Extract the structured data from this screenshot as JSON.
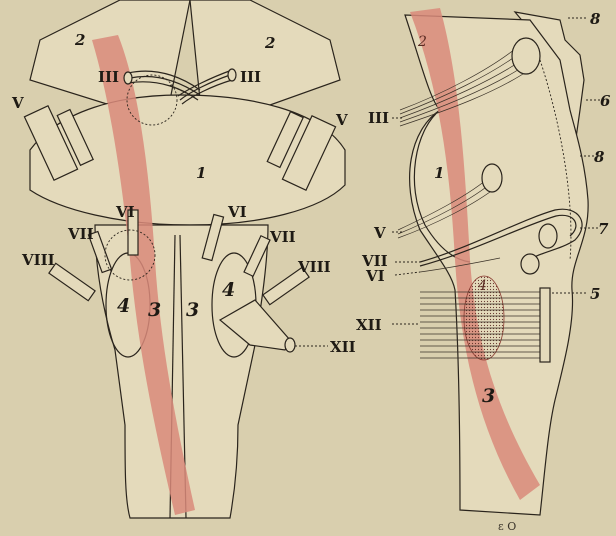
{
  "left_figure": {
    "labels": {
      "n2_left": "2",
      "n2_right": "2",
      "III_left": "III",
      "III_right": "III",
      "V_left": "V",
      "V_right": "V",
      "n1": "1",
      "VI_left": "VI",
      "VI_right": "VI",
      "VII_left": "VII",
      "VII_right": "VII",
      "VIII_left": "VIII",
      "VIII_right": "VIII",
      "n4_left": "4",
      "n3_left": "3",
      "n3_right": "3",
      "n4_right": "4",
      "XII": "XII"
    }
  },
  "right_figure": {
    "labels": {
      "n2": "2",
      "n1": "1",
      "n4": "4",
      "n3": "3",
      "III": "III",
      "V": "V",
      "VII": "VII",
      "VI": "VI",
      "XII": "XII",
      "r8_top": "8",
      "r6": "6",
      "r8": "8",
      "r7": "7",
      "r5": "5"
    },
    "signature": "ε O"
  },
  "colors": {
    "background": "#d9cfae",
    "tract": "#d98a7a",
    "ink": "#2a241c"
  }
}
